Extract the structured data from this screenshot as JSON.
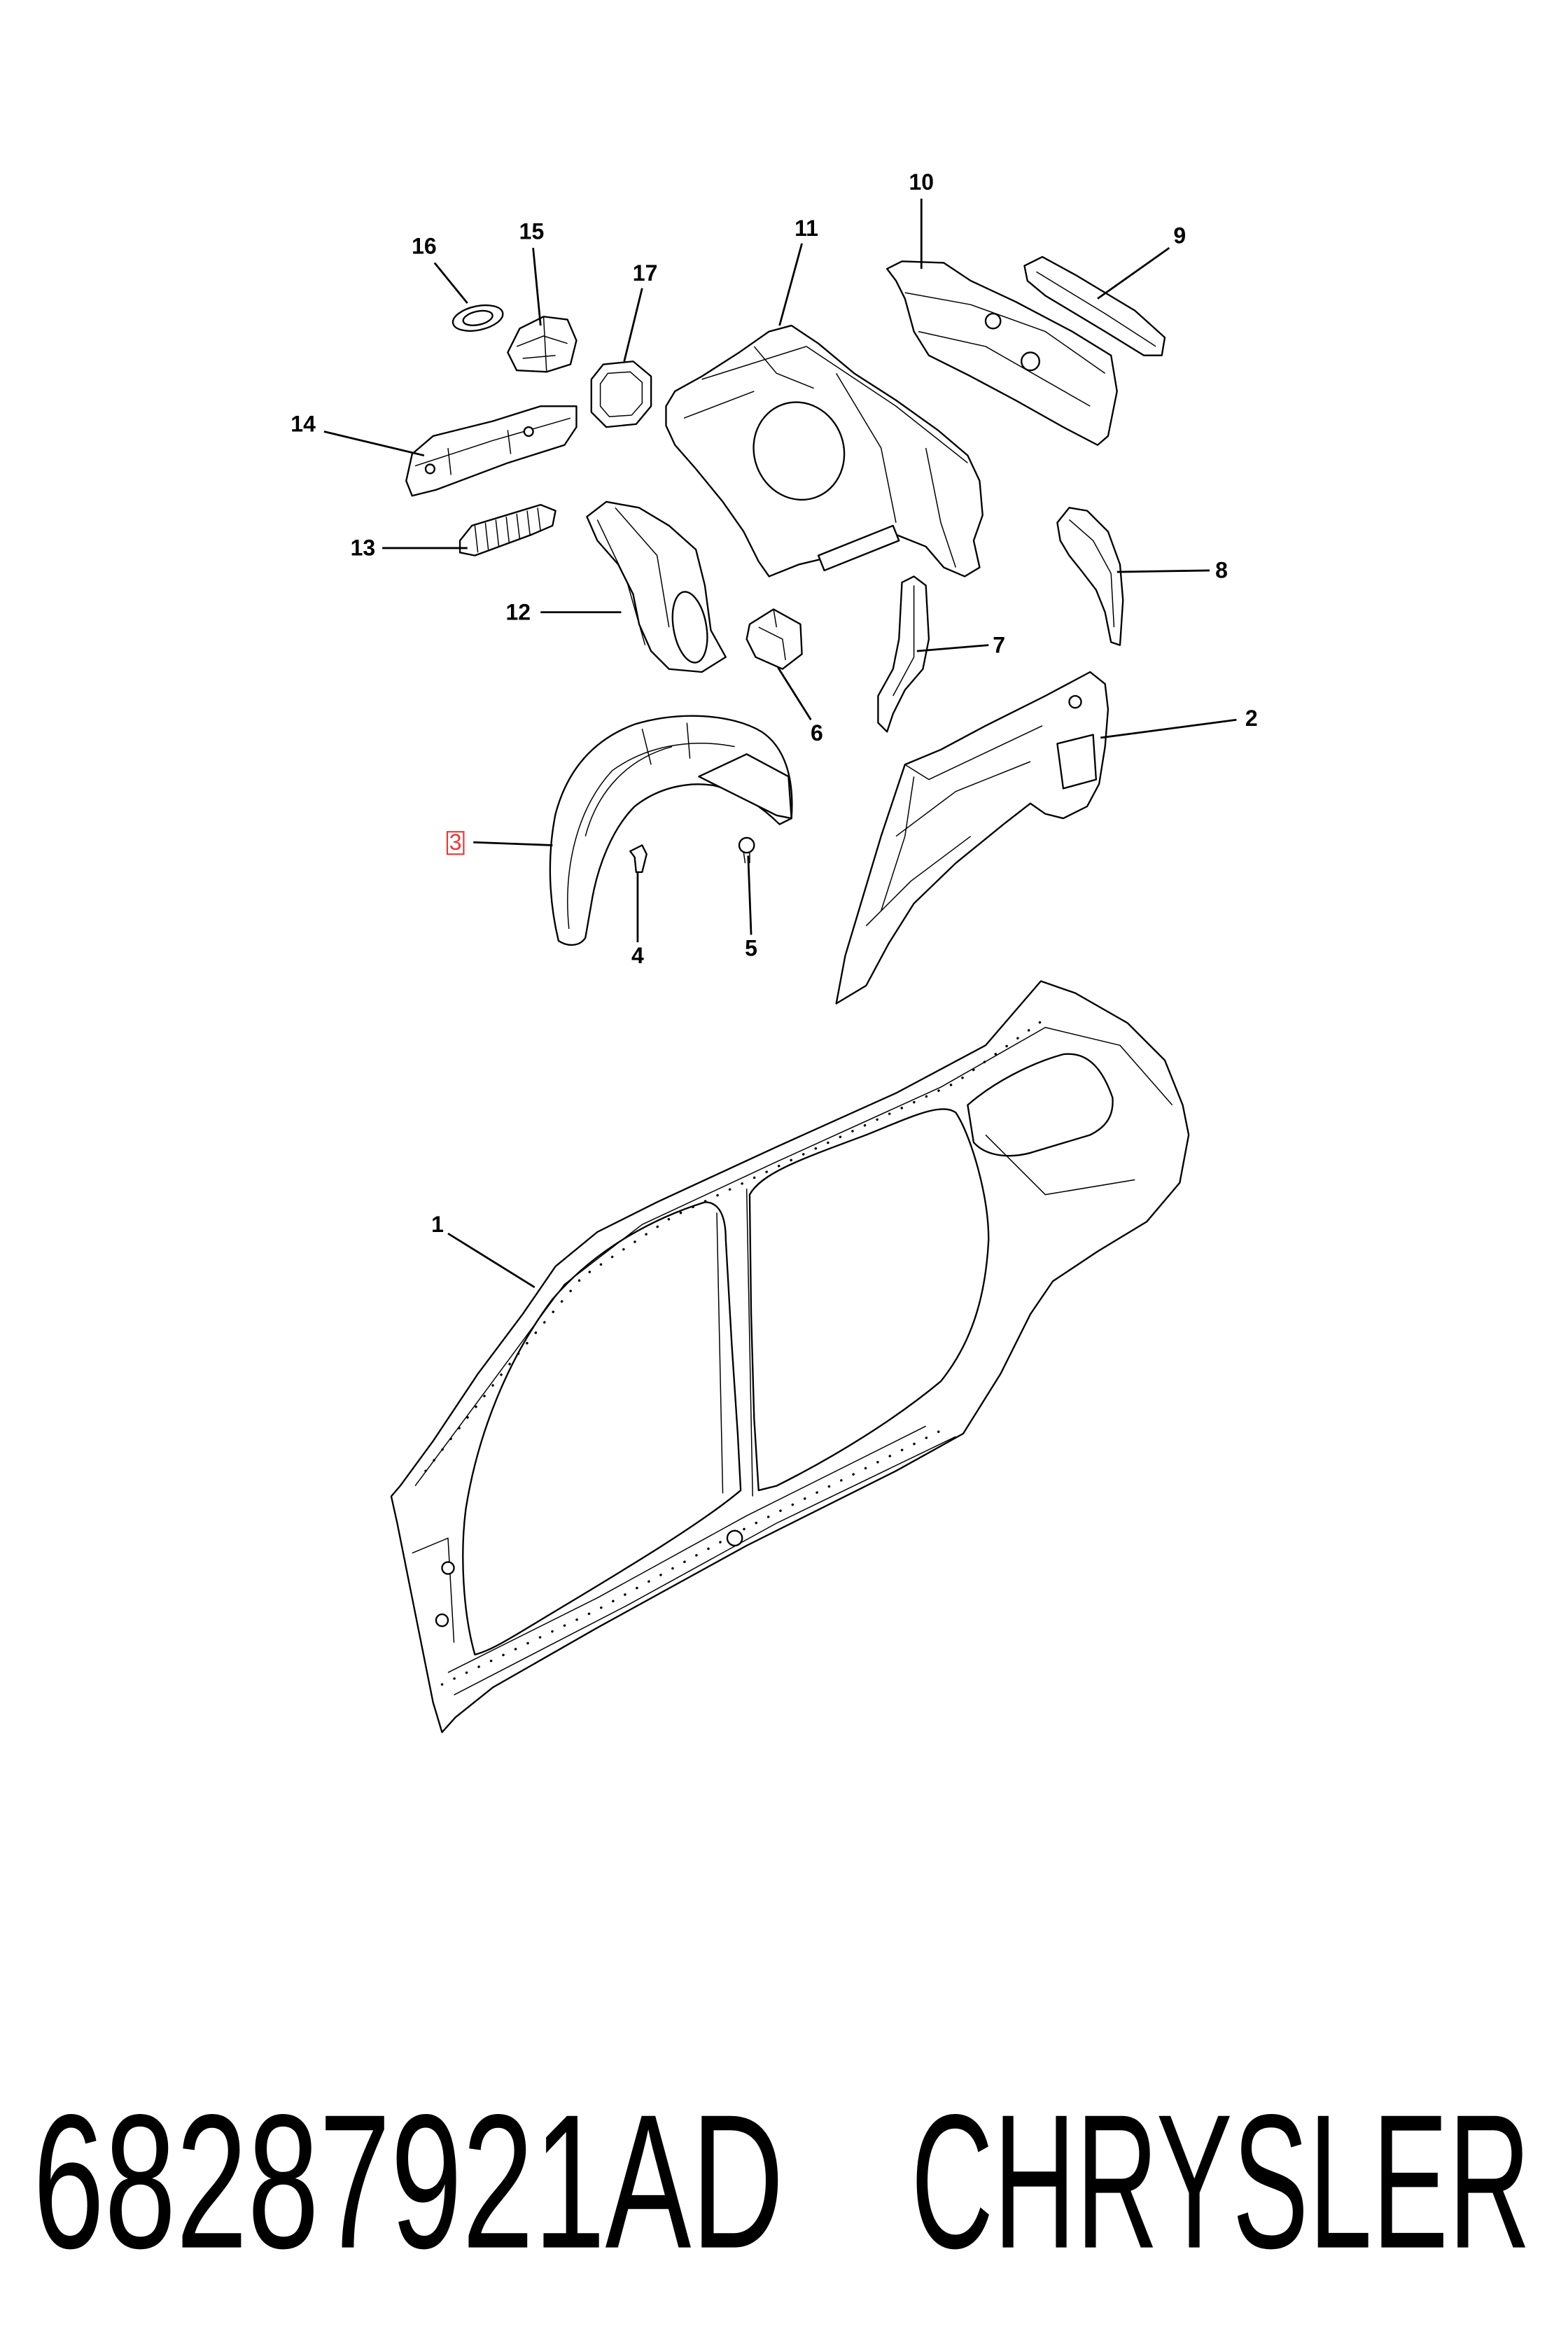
{
  "callouts": [
    "1",
    "2",
    "3",
    "4",
    "5",
    "6",
    "7",
    "8",
    "9",
    "10",
    "11",
    "12",
    "13",
    "14",
    "15",
    "16",
    "17"
  ],
  "footer": {
    "part_number": "68287921AD",
    "brand": "CHRYSLER"
  },
  "colors": {
    "line": "#000000",
    "highlight": "#e53935",
    "background": "#ffffff"
  }
}
